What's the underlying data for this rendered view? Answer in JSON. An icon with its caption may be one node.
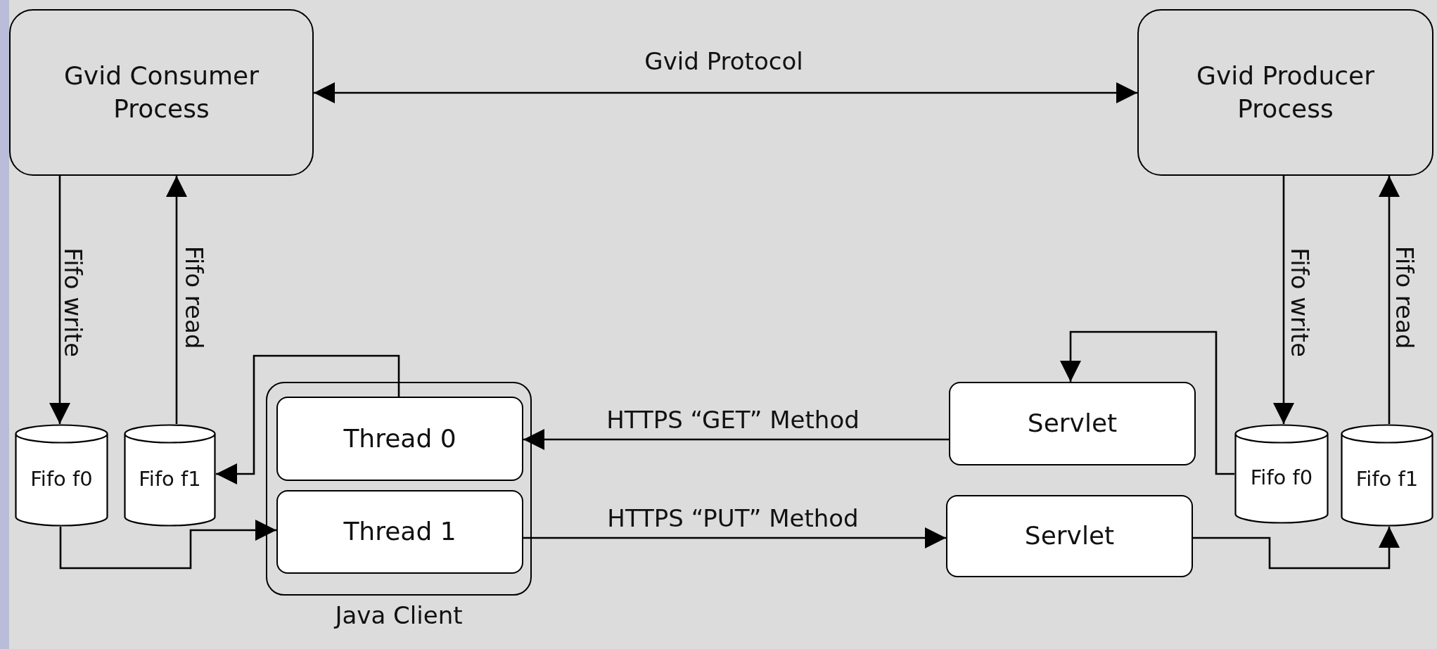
{
  "diagram": {
    "nodes": [
      {
        "text": [
          "Gvid Consumer Process"
        ]
      },
      {
        "text": [
          "Gvid Producer Process"
        ]
      },
      {
        "text": [
          "Java Client"
        ]
      },
      {
        "text": [
          "Thread 0"
        ],
        "in": 2
      },
      {
        "text": [
          "Thread 1"
        ],
        "in": 2
      },
      {
        "text": [
          "Fifo f0"
        ]
      },
      {
        "text": [
          "Fifo f1"
        ]
      },
      {
        "text": [
          "Servlet"
        ]
      },
      {
        "text": [
          "Servlet"
        ]
      },
      {
        "text": [
          "Fifo f0"
        ]
      },
      {
        "text": [
          "Fifo f1"
        ]
      }
    ],
    "edges": [
      {
        "from": 0,
        "to": 1,
        "arrow": "both",
        "label": "Gvid Protocol"
      },
      {
        "from": 0,
        "to": 5,
        "arrow": "to",
        "label": "Fifo write"
      },
      {
        "from": 6,
        "to": 0,
        "arrow": "to",
        "label": "Fifo read"
      },
      {
        "from": 3,
        "to": 6,
        "arrow": "to"
      },
      {
        "from": 5,
        "to": 4,
        "arrow": "to"
      },
      {
        "from": 7,
        "to": 3,
        "arrow": "to",
        "label": "HTTPS “GET” Method"
      },
      {
        "from": 4,
        "to": 8,
        "arrow": "to",
        "label": "HTTPS “PUT” Method"
      },
      {
        "from": 9,
        "to": 7,
        "arrow": "to"
      },
      {
        "from": 8,
        "to": 10,
        "arrow": "to"
      },
      {
        "from": 1,
        "to": 9,
        "arrow": "to",
        "label": "Fifo write"
      },
      {
        "from": 10,
        "to": 1,
        "arrow": "to",
        "label": "Fifo read"
      }
    ]
  }
}
